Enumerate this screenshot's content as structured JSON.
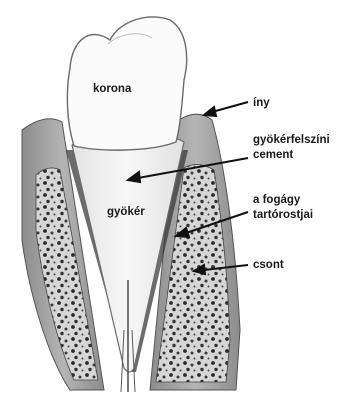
{
  "labels": {
    "korona": "korona",
    "iny": "íny",
    "gyokerfelszini_1": "gyökérfelszíni",
    "gyokerfelszini_2": "cement",
    "fogagy_1": "a fogágy",
    "fogagy_2": "tartórostjai",
    "csont": "csont",
    "gyoker": "gyökér"
  }
}
